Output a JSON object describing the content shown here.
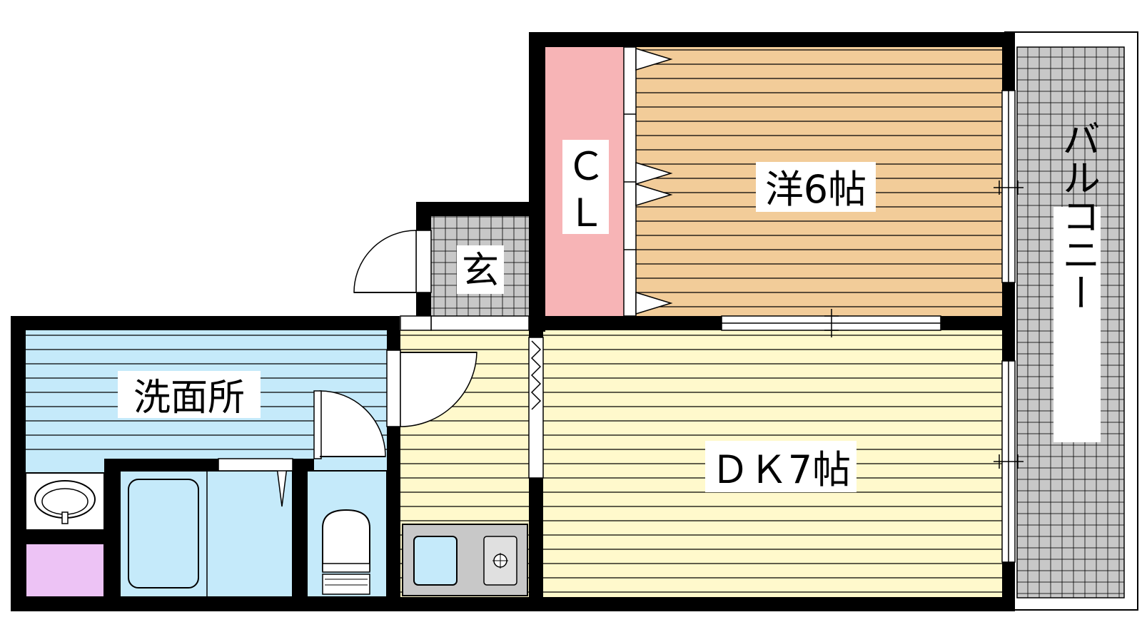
{
  "rooms": {
    "western": {
      "label": "洋6帖",
      "color": "#f2cc99"
    },
    "dk": {
      "label": "ＤＫ7帖",
      "color": "#fff9cc"
    },
    "closet": {
      "label_top": "Ｃ",
      "label_bottom": "Ｌ",
      "color": "#f7b4b6"
    },
    "entrance": {
      "label": "玄",
      "color": "#c8c8c8"
    },
    "washroom": {
      "label": "洗面所",
      "color": "#c5eafa"
    },
    "balcony": {
      "label": "バルコニー",
      "color": "#c8c8c8"
    },
    "bath": {
      "color": "#c5eafa"
    },
    "toilet": {
      "color": "#c5eafa"
    },
    "washer": {
      "color": "#edc3f5"
    }
  },
  "wall_color": "#000000"
}
